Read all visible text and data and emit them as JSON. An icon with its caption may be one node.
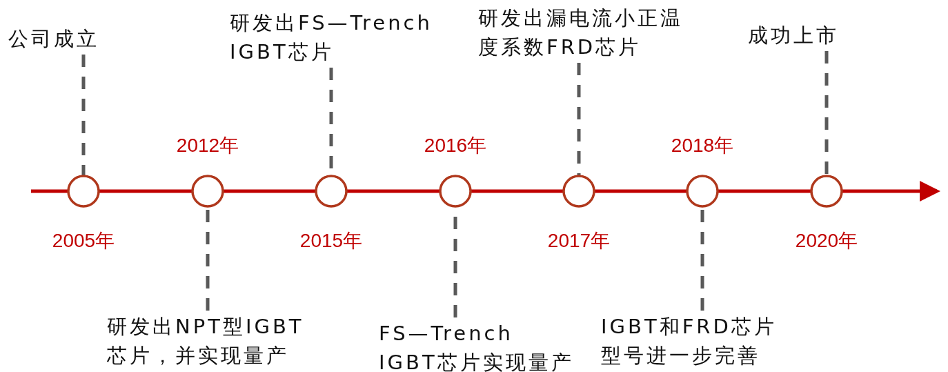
{
  "diagram": {
    "nodes": [
      {
        "text": [],
        "shape": "circle",
        "beside": [
          "2005年"
        ]
      },
      {
        "text": [
          "公司成立"
        ]
      },
      {
        "text": [],
        "shape": "circle",
        "beside": [
          "2012年"
        ]
      },
      {
        "text": [
          "研发出NPT型IGBT芯片，并实现量产"
        ]
      },
      {
        "text": [],
        "shape": "circle",
        "beside": [
          "2015年"
        ]
      },
      {
        "text": [
          "研发出FS—Trench IGBT芯片"
        ]
      },
      {
        "text": [],
        "shape": "circle",
        "beside": [
          "2016年"
        ]
      },
      {
        "text": [
          "FS—Trench IGBT芯片实现量产"
        ]
      },
      {
        "text": [],
        "shape": "circle",
        "beside": [
          "2017年"
        ]
      },
      {
        "text": [
          "研发出漏电流小正温度系数FRD芯片"
        ]
      },
      {
        "text": [],
        "shape": "circle",
        "beside": [
          "2018年"
        ]
      },
      {
        "text": [
          "IGBT和FRD芯片型号进一步完善"
        ]
      },
      {
        "text": [],
        "shape": "circle",
        "beside": [
          "2020年"
        ]
      },
      {
        "text": [
          "成功上市"
        ]
      }
    ],
    "edges": [
      {
        "from": 1,
        "to": 0,
        "arrow": "none",
        "style": "dashed"
      },
      {
        "from": 3,
        "to": 2,
        "arrow": "none",
        "style": "dashed"
      },
      {
        "from": 5,
        "to": 4,
        "arrow": "none",
        "style": "dashed"
      },
      {
        "from": 7,
        "to": 6,
        "arrow": "none",
        "style": "dashed"
      },
      {
        "from": 9,
        "to": 8,
        "arrow": "none",
        "style": "dashed"
      },
      {
        "from": 11,
        "to": 10,
        "arrow": "none",
        "style": "dashed"
      },
      {
        "from": 13,
        "to": 12,
        "arrow": "none",
        "style": "dashed"
      }
    ]
  }
}
